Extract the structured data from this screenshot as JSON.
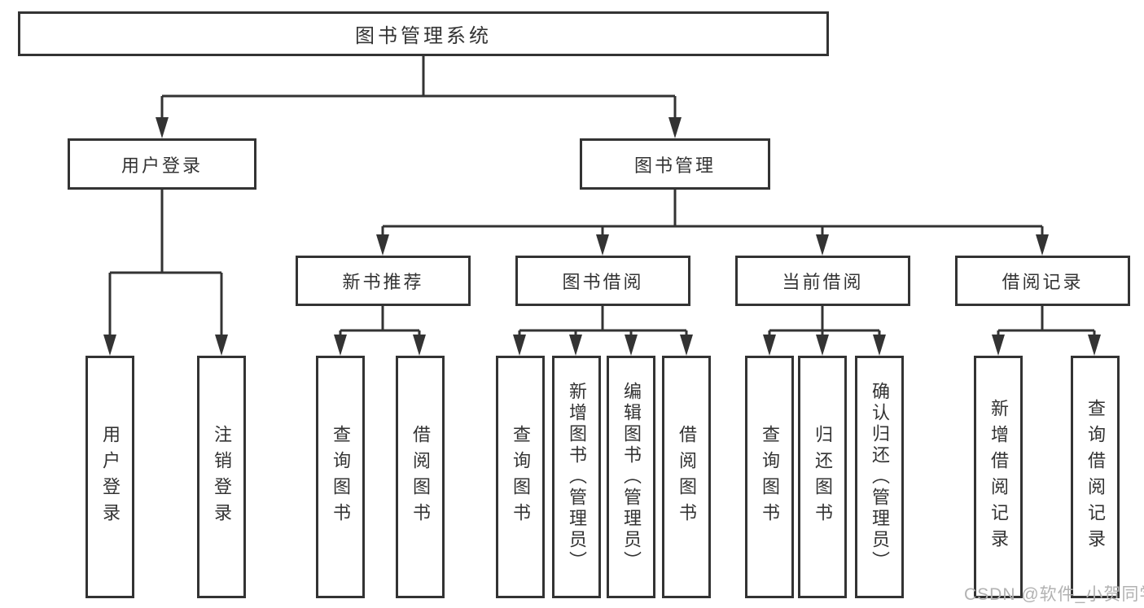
{
  "nodes": {
    "root": {
      "label": "图书管理系统"
    },
    "level2": [
      {
        "label": "用户登录"
      },
      {
        "label": "图书管理"
      }
    ],
    "level3": [
      {
        "label": "新书推荐"
      },
      {
        "label": "图书借阅"
      },
      {
        "label": "当前借阅"
      },
      {
        "label": "借阅记录"
      }
    ],
    "leaves": [
      {
        "label": "用户登录"
      },
      {
        "label": "注销登录"
      },
      {
        "label": "查询图书"
      },
      {
        "label": "借阅图书"
      },
      {
        "label": "查询图书"
      },
      {
        "label": "新增图书（管理员）"
      },
      {
        "label": "编辑图书（管理员）"
      },
      {
        "label": "借阅图书"
      },
      {
        "label": "查询图书"
      },
      {
        "label": "归还图书"
      },
      {
        "label": "确认归还（管理员）"
      },
      {
        "label": "新增借阅记录"
      },
      {
        "label": "查询借阅记录"
      }
    ]
  },
  "watermark": {
    "text": "CSDN @软件_小贺同学"
  },
  "colors": {
    "line": "#333333",
    "box_border": "#333333",
    "text": "#333333",
    "background": "#ffffff",
    "watermark": "#b2b2b2"
  }
}
